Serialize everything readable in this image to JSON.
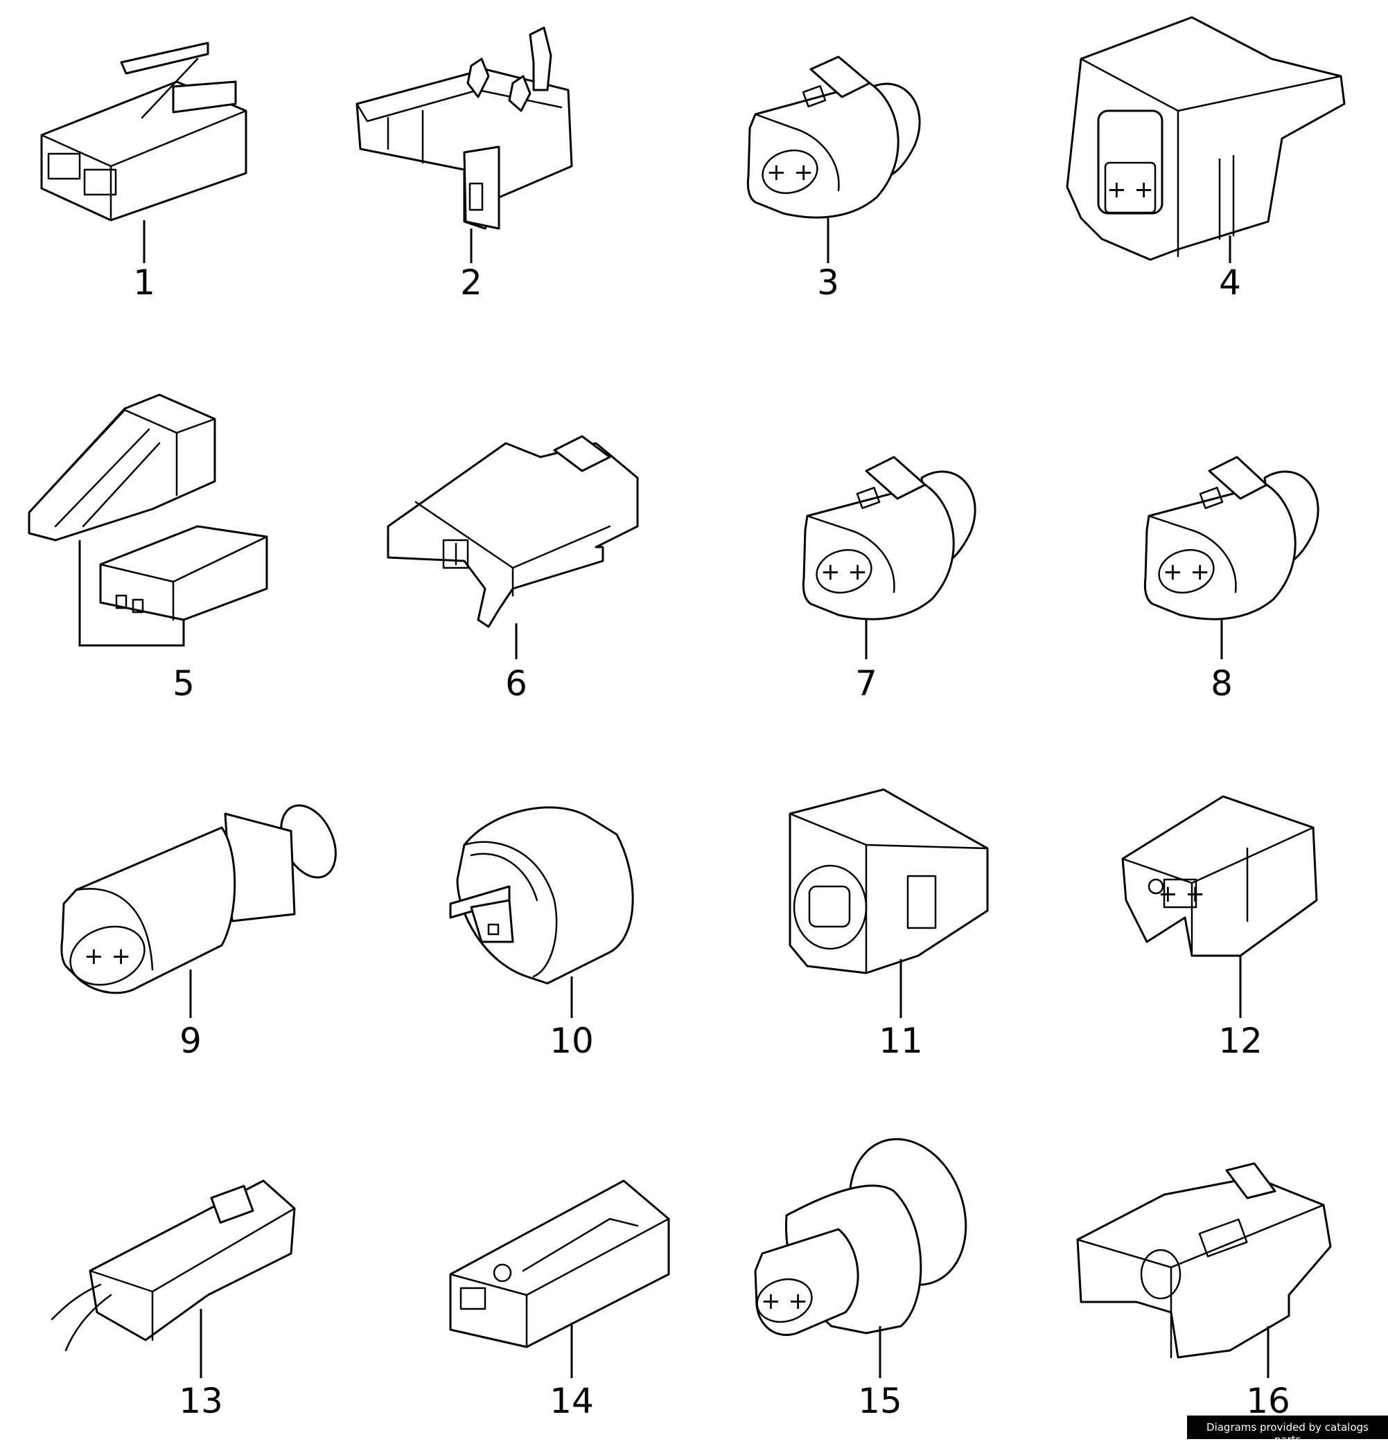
{
  "parts": [
    {
      "number": "1"
    },
    {
      "number": "2"
    },
    {
      "number": "3"
    },
    {
      "number": "4"
    },
    {
      "number": "5"
    },
    {
      "number": "6"
    },
    {
      "number": "7"
    },
    {
      "number": "8"
    },
    {
      "number": "9"
    },
    {
      "number": "10"
    },
    {
      "number": "11"
    },
    {
      "number": "12"
    },
    {
      "number": "13"
    },
    {
      "number": "14"
    },
    {
      "number": "15"
    },
    {
      "number": "16"
    }
  ],
  "pin_mark": "+ +",
  "credit": "Diagrams provided by catalogs parts"
}
